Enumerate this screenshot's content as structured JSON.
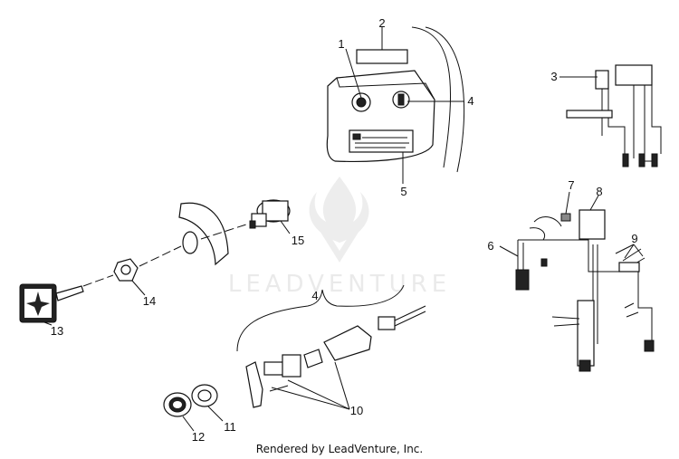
{
  "watermark": {
    "text": "LEADVENTURE"
  },
  "caption": "Rendered by LeadVenture, Inc.",
  "callouts": [
    "1",
    "2",
    "3",
    "4",
    "5",
    "6",
    "7",
    "8",
    "9",
    "4",
    "10",
    "11",
    "12",
    "13",
    "14",
    "15"
  ]
}
